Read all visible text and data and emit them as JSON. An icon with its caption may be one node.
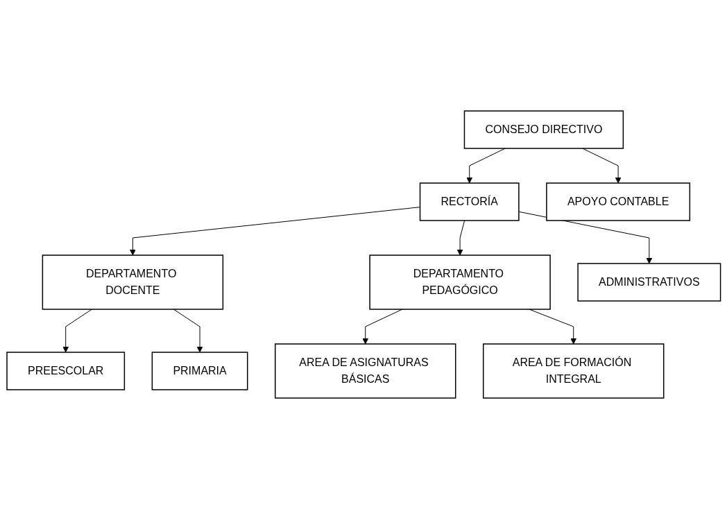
{
  "diagram": {
    "nodes": [
      {
        "text": [
          "CONSEJO DIRECTIVO"
        ]
      },
      {
        "text": [
          "APOYO CONTABLE"
        ]
      },
      {
        "text": [
          "RECTORÍA"
        ]
      },
      {
        "text": [
          "DEPARTAMENTO DOCENTE"
        ]
      },
      {
        "text": [
          "DEPARTAMENTO PEDAGÓGICO"
        ]
      },
      {
        "text": [
          "ADMINISTRATIVOS"
        ]
      },
      {
        "text": [
          "PREESCOLAR"
        ]
      },
      {
        "text": [
          "PRIMARIA"
        ]
      },
      {
        "text": [
          "AREA DE ASIGNATURAS BÁSICAS"
        ]
      },
      {
        "text": [
          "AREA DE FORMACIÓN INTEGRAL"
        ]
      }
    ],
    "edges": [
      {
        "from": 0,
        "to": 2,
        "arrow": "to"
      },
      {
        "from": 0,
        "to": 1,
        "arrow": "to"
      },
      {
        "from": 2,
        "to": 3,
        "arrow": "to"
      },
      {
        "from": 2,
        "to": 4,
        "arrow": "to"
      },
      {
        "from": 2,
        "to": 5,
        "arrow": "to"
      },
      {
        "from": 3,
        "to": 6,
        "arrow": "to"
      },
      {
        "from": 3,
        "to": 7,
        "arrow": "to"
      },
      {
        "from": 4,
        "to": 8,
        "arrow": "to"
      },
      {
        "from": 4,
        "to": 9,
        "arrow": "to"
      }
    ]
  }
}
